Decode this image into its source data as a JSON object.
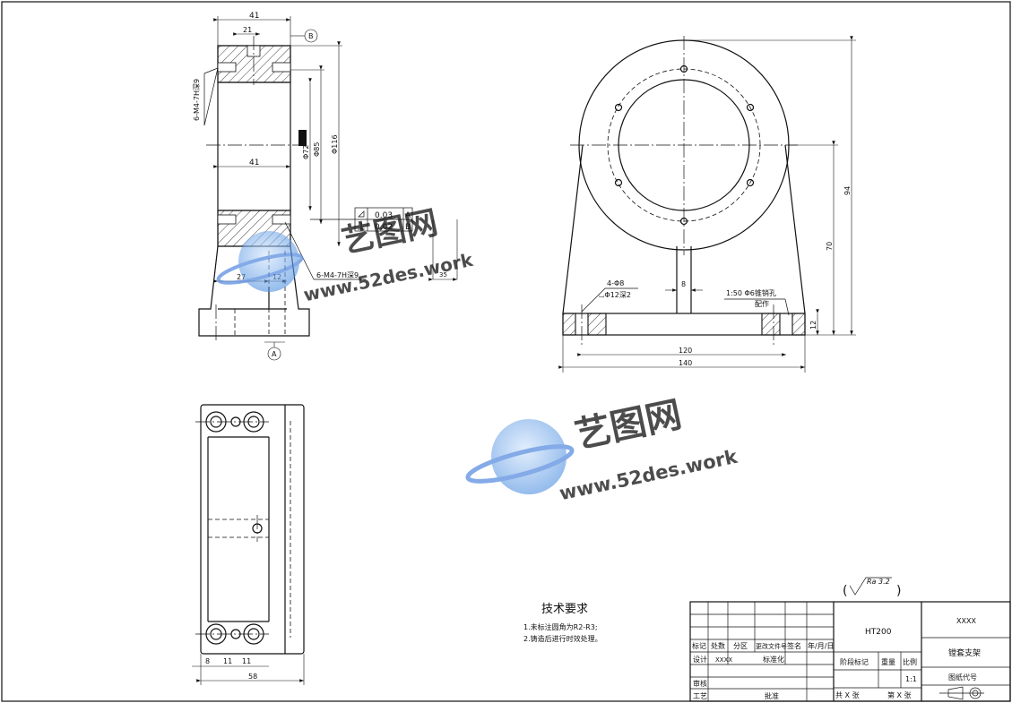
{
  "dims": {
    "front": {
      "top_width": "41",
      "half_width": "21",
      "body_width": "41",
      "base_left": "27",
      "base_right": "12",
      "threads_top": "6-M4-7H深9",
      "threads_bottom": "6-M4-7H深9",
      "d_inner": "Φ72",
      "d_mid": "Φ85",
      "d_outer": "Φ116",
      "datum_b": "B",
      "datum_a": "A",
      "small_gap": "35"
    },
    "tolerance": {
      "row1_value": "0.03",
      "row1_datum": "A",
      "row2_value": "0.02",
      "row2_datum": "B"
    },
    "side": {
      "holes": "4-Φ8",
      "counterbore": "⌴Φ12深2",
      "rib": "8",
      "pin_note": "1:50  Φ6锥销孔",
      "pin_note2": "配作",
      "base_thk": "12",
      "height_total": "94",
      "height_center": "70",
      "span_inner": "120",
      "span_outer": "140"
    },
    "top": {
      "d1": "8",
      "d2": "11",
      "d3": "11",
      "width": "58"
    }
  },
  "roughness": "Ra 3.2",
  "notes": {
    "title": "技术要求",
    "item1": "1.未标注圆角为R2-R3;",
    "item2": "2.铸造后进行时效处理。"
  },
  "title_block": {
    "material": "HT200",
    "company": "XXXX",
    "part_name": "镗套支架",
    "drawing_no_label": "图纸代号",
    "h_mark": "标记",
    "h_count": "处数",
    "h_zone": "分区",
    "h_doc": "更改文件号",
    "h_sign": "签名",
    "h_date": "年/月/日",
    "design_label": "设计",
    "designer": "XXXX",
    "std_label": "标准化",
    "stage_label": "阶段标记",
    "weight_label": "重量",
    "scale_label": "比例",
    "scale": "1:1",
    "review_label": "审核",
    "process_label": "工艺",
    "approve_label": "批准",
    "total_sheets": "共 X 张",
    "sheet_no": "第 X 张"
  },
  "watermark": {
    "brand": "艺图网",
    "url": "www.52des.work",
    "color": "#6f86c9"
  }
}
